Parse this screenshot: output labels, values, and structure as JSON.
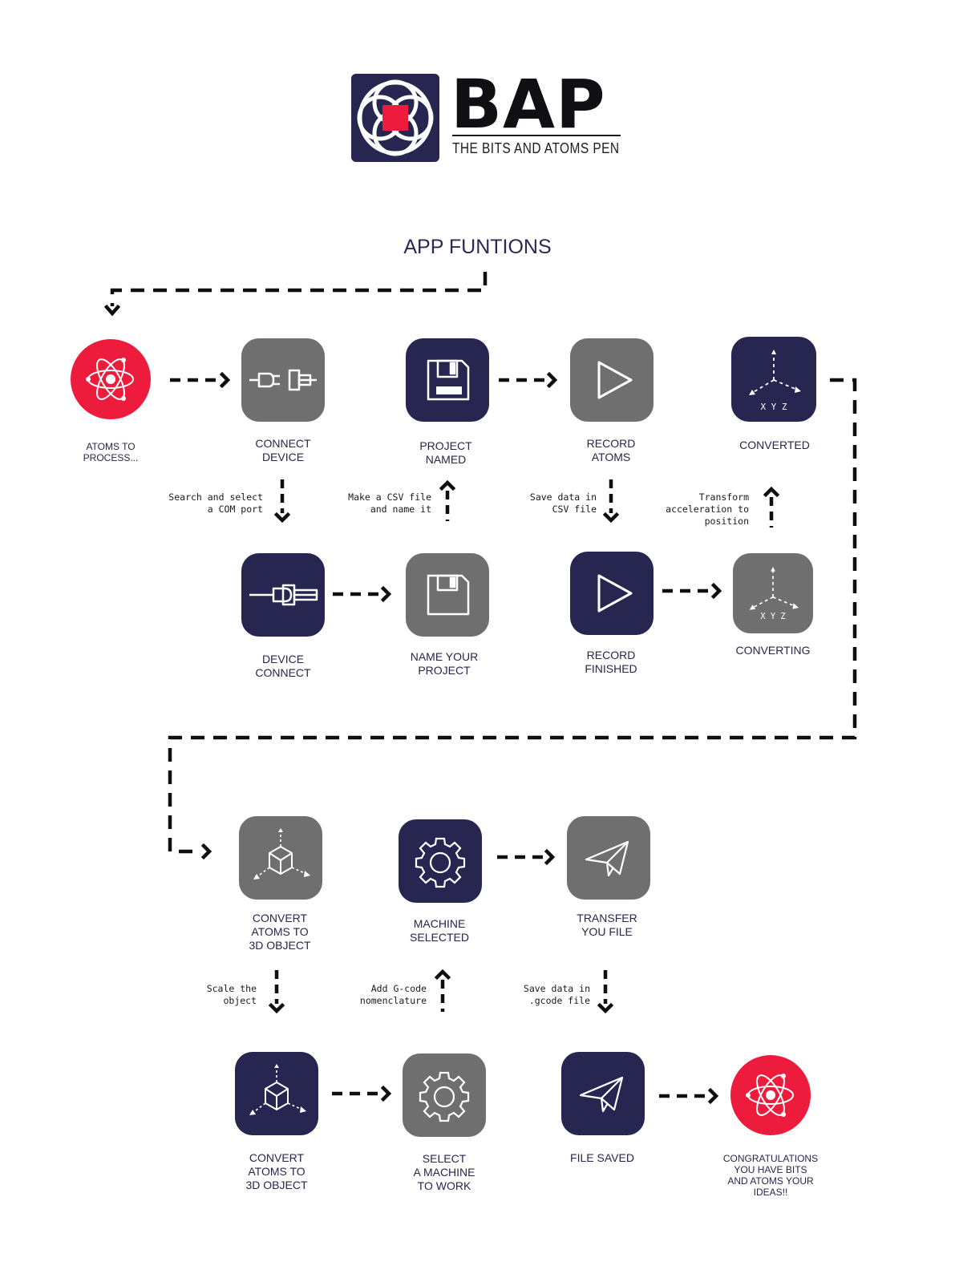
{
  "brand": {
    "name": "BAP",
    "tagline": "THE BITS AND ATOMS PEN",
    "accent": "#ee1c3c",
    "navy": "#262650"
  },
  "title": "APP FUNTIONS",
  "colors": {
    "grey_tile": "#6f6f6f",
    "navy_tile": "#262650",
    "red_circle": "#ee1c3c"
  },
  "steps": {
    "atoms_to_process": {
      "label": "ATOMS TO\nPROCESS...",
      "icon": "atom-icon"
    },
    "connect_device": {
      "label": "CONNECT\nDEVICE",
      "icon": "plug-icon"
    },
    "project_named": {
      "label": "PROJECT\nNAMED",
      "icon": "floppy-disk-icon"
    },
    "record_atoms": {
      "label": "RECORD\nATOMS",
      "icon": "play-icon"
    },
    "converted": {
      "label": "CONVERTED",
      "icon": "xyz-axes-icon"
    },
    "device_connect": {
      "label": "DEVICE\nCONNECT",
      "icon": "plug-connected-icon"
    },
    "name_your_project": {
      "label": "NAME YOUR\nPROJECT",
      "icon": "floppy-disk-icon"
    },
    "record_finished": {
      "label": "RECORD\nFINISHED",
      "icon": "play-icon"
    },
    "converting": {
      "label": "CONVERTING",
      "icon": "xyz-axes-icon"
    },
    "convert_atoms_top": {
      "label": "CONVERT\nATOMS TO\n3D OBJECT",
      "icon": "cube-axes-icon"
    },
    "machine_selected": {
      "label": "MACHINE\nSELECTED",
      "icon": "gear-icon"
    },
    "transfer_file": {
      "label": "TRANSFER\nYOU FILE",
      "icon": "paper-plane-icon"
    },
    "convert_atoms_bottom": {
      "label": "CONVERT\nATOMS TO\n3D OBJECT",
      "icon": "cube-axes-icon"
    },
    "select_machine": {
      "label": "SELECT\nA MACHINE\nTO WORK",
      "icon": "gear-icon"
    },
    "file_saved": {
      "label": "FILE SAVED",
      "icon": "paper-plane-icon"
    },
    "congratulations": {
      "label": "CONGRATULATIONS\nYOU HAVE BITS\nAND ATOMS YOUR\nIDEAS!!",
      "icon": "atom-icon"
    }
  },
  "axis_letters": "X Y Z",
  "notes": {
    "search_com": "Search and select\na COM port",
    "make_csv": "Make a CSV file\nand name it",
    "save_csv": "Save data in\nCSV file",
    "transform": "Transform\nacceleration to\nposition",
    "scale": "Scale the\nobject",
    "gcode_nomenclature": "Add G-code\nnomenclature",
    "save_gcode": "Save data in\n.gcode file"
  }
}
